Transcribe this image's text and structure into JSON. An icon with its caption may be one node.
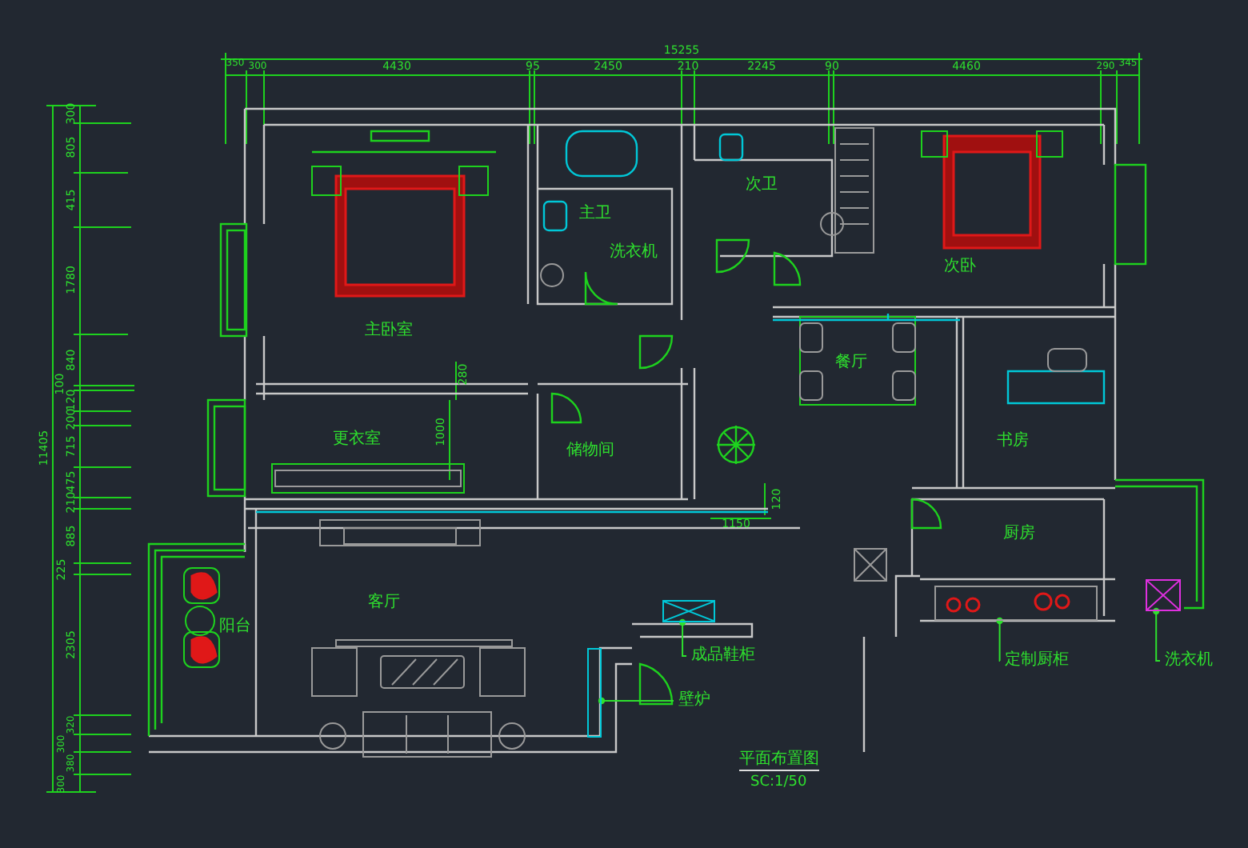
{
  "diagram": {
    "title": "平面布置图",
    "caption": "SC:1/50",
    "nodes": [
      {
        "text": [
          "成品鞋柜"
        ]
      },
      {
        "text": [],
        "shape": "box"
      },
      {
        "text": [
          "壁炉"
        ]
      },
      {
        "text": [],
        "shape": "box"
      },
      {
        "text": [
          "定制厨柜"
        ]
      },
      {
        "text": [],
        "shape": "box"
      },
      {
        "text": [
          "洗衣机"
        ]
      },
      {
        "text": [],
        "shape": "box"
      }
    ],
    "edges": [
      {
        "from": 0,
        "to": 1,
        "arrow": "other"
      },
      {
        "from": 2,
        "to": 3,
        "arrow": "other"
      },
      {
        "from": 4,
        "to": 5,
        "arrow": "other"
      },
      {
        "from": 6,
        "to": 7,
        "arrow": "other"
      }
    ],
    "labels": [
      "15255",
      "350",
      "300",
      "4430",
      "95",
      "2450",
      "210",
      "2245",
      "90",
      "4460",
      "290",
      "345",
      "11405",
      "300",
      "805",
      "415",
      "1780",
      "840",
      "100",
      "120",
      "200",
      "715",
      "475",
      "210",
      "885",
      "225",
      "2305",
      "320",
      "300",
      "380",
      "300",
      "主卫",
      "次卫",
      "洗衣机",
      "次卧",
      "主卧室",
      "餐厅",
      "280",
      "更衣室",
      "1000",
      "储物间",
      "书房",
      "120",
      "1150",
      "厨房",
      "阳台",
      "客厅"
    ]
  }
}
